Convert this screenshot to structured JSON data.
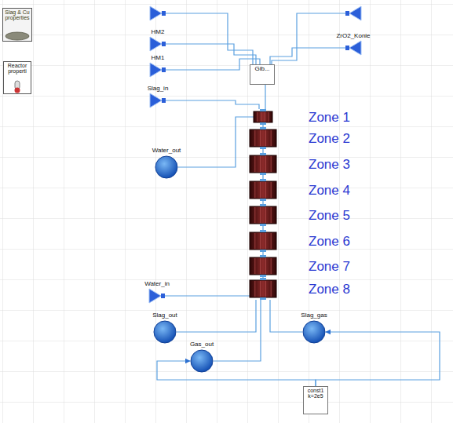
{
  "diagram": {
    "nodes": [
      {
        "text": [
          "Slag & Cu properties"
        ]
      },
      {
        "text": [
          "Reactor properti"
        ]
      },
      {
        "text": [
          "HM2"
        ]
      },
      {
        "text": [
          "HM1"
        ]
      },
      {
        "text": [
          "Slag_in"
        ]
      },
      {
        "text": [
          "ZrO2_Konie"
        ]
      },
      {
        "text": [
          "Gib..."
        ]
      },
      {
        "text": [
          "Zone 1"
        ]
      },
      {
        "text": [
          "Zone 2"
        ]
      },
      {
        "text": [
          "Zone 3"
        ]
      },
      {
        "text": [
          "Zone 4"
        ]
      },
      {
        "text": [
          "Zone 5"
        ]
      },
      {
        "text": [
          "Zone 6"
        ]
      },
      {
        "text": [
          "Zone 7"
        ]
      },
      {
        "text": [
          "Zone 8"
        ]
      },
      {
        "text": [
          "Water_out"
        ]
      },
      {
        "text": [
          "Water_in"
        ]
      },
      {
        "text": [
          "Slag_out"
        ]
      },
      {
        "text": [
          "Gas_out"
        ]
      },
      {
        "text": [
          "Slag_gas"
        ]
      },
      {
        "text": [
          "const1",
          "k=2e5"
        ]
      }
    ],
    "edges": [
      {
        "from": 2,
        "to": 6,
        "arrow": "none"
      },
      {
        "from": 3,
        "to": 6,
        "arrow": "none"
      },
      {
        "from": 4,
        "to": 7,
        "arrow": "none"
      },
      {
        "from": 6,
        "to": 7,
        "arrow": "none"
      },
      {
        "from": 5,
        "to": 6,
        "arrow": "none"
      },
      {
        "from": 7,
        "to": 8,
        "arrow": "none"
      },
      {
        "from": 8,
        "to": 9,
        "arrow": "none"
      },
      {
        "from": 9,
        "to": 10,
        "arrow": "none"
      },
      {
        "from": 10,
        "to": 11,
        "arrow": "none"
      },
      {
        "from": 11,
        "to": 12,
        "arrow": "none"
      },
      {
        "from": 12,
        "to": 13,
        "arrow": "none"
      },
      {
        "from": 13,
        "to": 14,
        "arrow": "none"
      },
      {
        "from": 7,
        "to": 15,
        "arrow": "none"
      },
      {
        "from": 16,
        "to": 14,
        "arrow": "none"
      },
      {
        "from": 14,
        "to": 17,
        "arrow": "none"
      },
      {
        "from": 14,
        "to": 18,
        "arrow": "none"
      },
      {
        "from": 14,
        "to": 19,
        "arrow": "none"
      },
      {
        "from": 20,
        "to": 18,
        "arrow": "to"
      },
      {
        "from": 20,
        "to": 19,
        "arrow": "to"
      }
    ]
  }
}
